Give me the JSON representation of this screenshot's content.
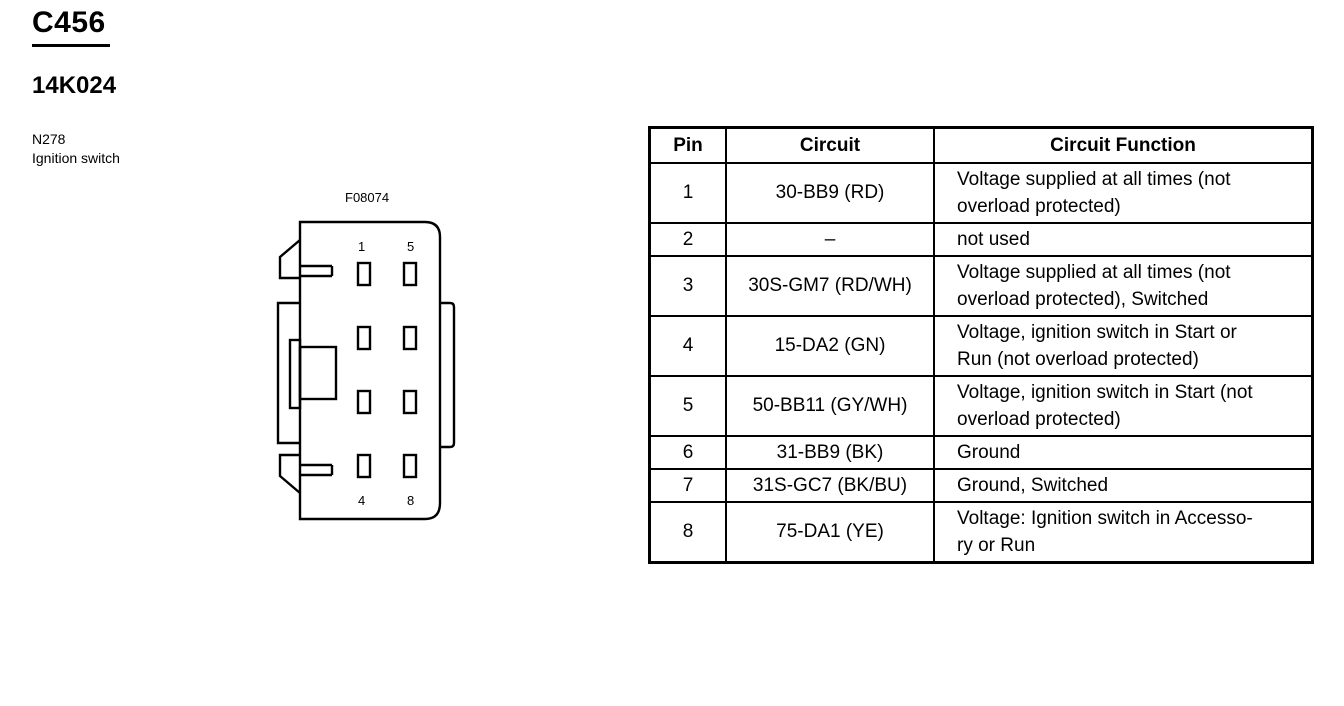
{
  "header": {
    "connector_id": "C456",
    "part_number": "14K024",
    "location_code": "N278",
    "location_name": "Ignition switch"
  },
  "diagram": {
    "figure_code": "F08074",
    "top_labels": [
      "1",
      "5"
    ],
    "bottom_labels": [
      "4",
      "8"
    ]
  },
  "table": {
    "headers": {
      "pin": "Pin",
      "circuit": "Circuit",
      "function": "Circuit Function"
    },
    "rows": [
      {
        "pin": "1",
        "circuit": "30-BB9 (RD)",
        "function": [
          "Voltage supplied at all times (not",
          "overload protected)"
        ]
      },
      {
        "pin": "2",
        "circuit": "–",
        "function": [
          "not used"
        ]
      },
      {
        "pin": "3",
        "circuit": "30S-GM7 (RD/WH)",
        "function": [
          "Voltage supplied at all times (not",
          "overload protected), Switched"
        ]
      },
      {
        "pin": "4",
        "circuit": "15-DA2 (GN)",
        "function": [
          "Voltage, ignition switch in Start or",
          "Run (not overload protected)"
        ]
      },
      {
        "pin": "5",
        "circuit": "50-BB11 (GY/WH)",
        "function": [
          "Voltage, ignition switch in Start (not",
          "overload protected)"
        ]
      },
      {
        "pin": "6",
        "circuit": "31-BB9 (BK)",
        "function": [
          "Ground"
        ]
      },
      {
        "pin": "7",
        "circuit": "31S-GC7 (BK/BU)",
        "function": [
          "Ground, Switched"
        ]
      },
      {
        "pin": "8",
        "circuit": "75-DA1 (YE)",
        "function": [
          "Voltage: Ignition switch in Accesso-",
          "ry or Run"
        ]
      }
    ]
  }
}
